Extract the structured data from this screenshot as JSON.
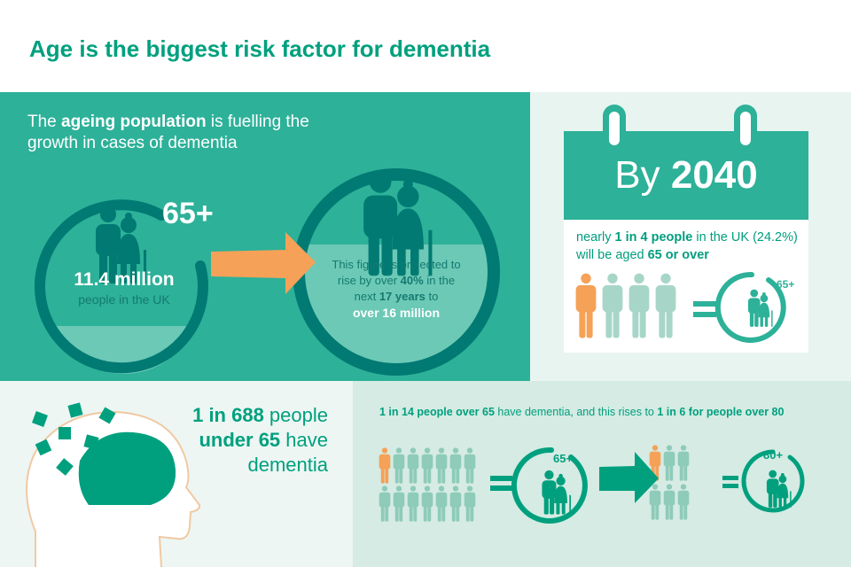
{
  "title": "Age is the biggest risk factor for dementia",
  "ageing": {
    "intro_pre": "The ",
    "intro_bold": "ageing population",
    "intro_post": " is fuelling the growth in cases of dementia",
    "age_label": "65+",
    "count": "11.4 million",
    "count_sub": "people in the UK",
    "proj_1": "This figure is projected to rise by over ",
    "proj_pct": "40%",
    "proj_2": " in the next ",
    "proj_years": "17 years",
    "proj_3": " to",
    "proj_final": "over 16 million"
  },
  "forecast": {
    "by": "By ",
    "year": "2040",
    "t1": "nearly ",
    "t_bold1": "1 in 4 people",
    "t2": " in the UK (24.2%) will be aged ",
    "t_bold2": "65 or over",
    "age_label": "65+",
    "equals": "="
  },
  "under65": {
    "bold1": "1 in 688",
    "t1": " people",
    "bold2": "under 65",
    "t2": " have dementia"
  },
  "over65": {
    "b1": "1 in 14 people over 65",
    "t1": " have dementia, and this rises to ",
    "b2": "1 in 6 for people over 80",
    "age65": "65+",
    "age80": "80+",
    "equals": "="
  },
  "colors": {
    "green": "#00a07e",
    "teal": "#2db199",
    "dark": "#007a73",
    "light": "#6cc9b6",
    "orange": "#f5a157",
    "pale": "#8ecbb9"
  }
}
